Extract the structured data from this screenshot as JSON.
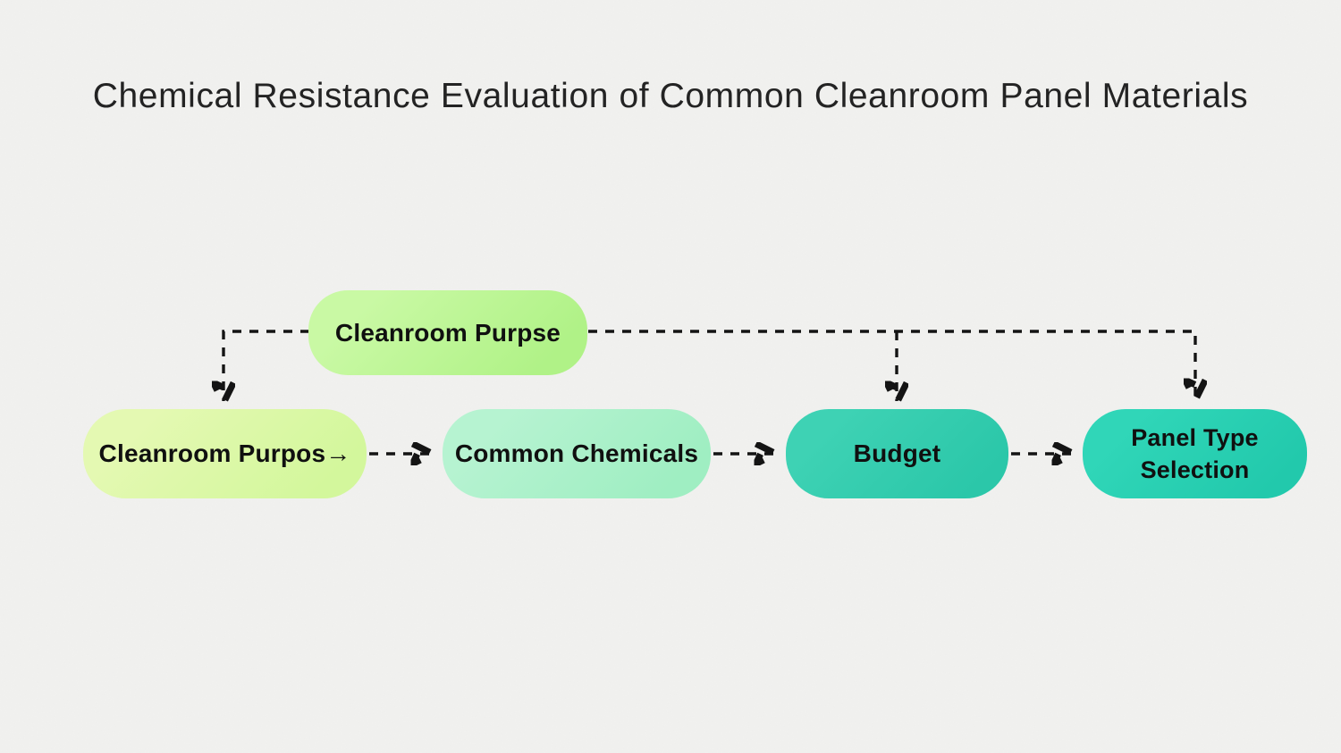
{
  "title": "Chemical Resistance Evaluation of Common Cleanroom Panel Materials",
  "canvas": {
    "background_color": "#f2f2f0",
    "edge_color": "#141414",
    "text_color": "#101010"
  },
  "diagram": {
    "type": "flowchart",
    "nodes": [
      {
        "id": "cleanroom-purpse",
        "label": "Cleanroom Purpse",
        "color": "#c9f9a4",
        "color2": "#b0f287"
      },
      {
        "id": "cleanroom-purpos",
        "label": "Cleanroom Purpos→",
        "color": "#e4f9b2",
        "color2": "#d3f79c"
      },
      {
        "id": "common-chemicals",
        "label": "Common Chemicals",
        "color": "#b6f3d1",
        "color2": "#9feec2"
      },
      {
        "id": "budget",
        "label": "Budget",
        "color": "#3ed2b4",
        "color2": "#2bc7a9"
      },
      {
        "id": "panel-type-selection",
        "label": "Panel Type Selection",
        "color": "#30d6b8",
        "color2": "#22c9ac"
      }
    ],
    "edges": [
      {
        "from": "cleanroom-purpse",
        "to": "cleanroom-purpos",
        "style": "dashed-arrow"
      },
      {
        "from": "cleanroom-purpse",
        "to": "budget",
        "style": "dashed-arrow"
      },
      {
        "from": "cleanroom-purpse",
        "to": "panel-type-selection",
        "style": "dashed-arrow"
      },
      {
        "from": "cleanroom-purpos",
        "to": "common-chemicals",
        "style": "dashed-arrow"
      },
      {
        "from": "common-chemicals",
        "to": "budget",
        "style": "dashed-arrow"
      },
      {
        "from": "budget",
        "to": "panel-type-selection",
        "style": "dashed-arrow"
      }
    ]
  }
}
